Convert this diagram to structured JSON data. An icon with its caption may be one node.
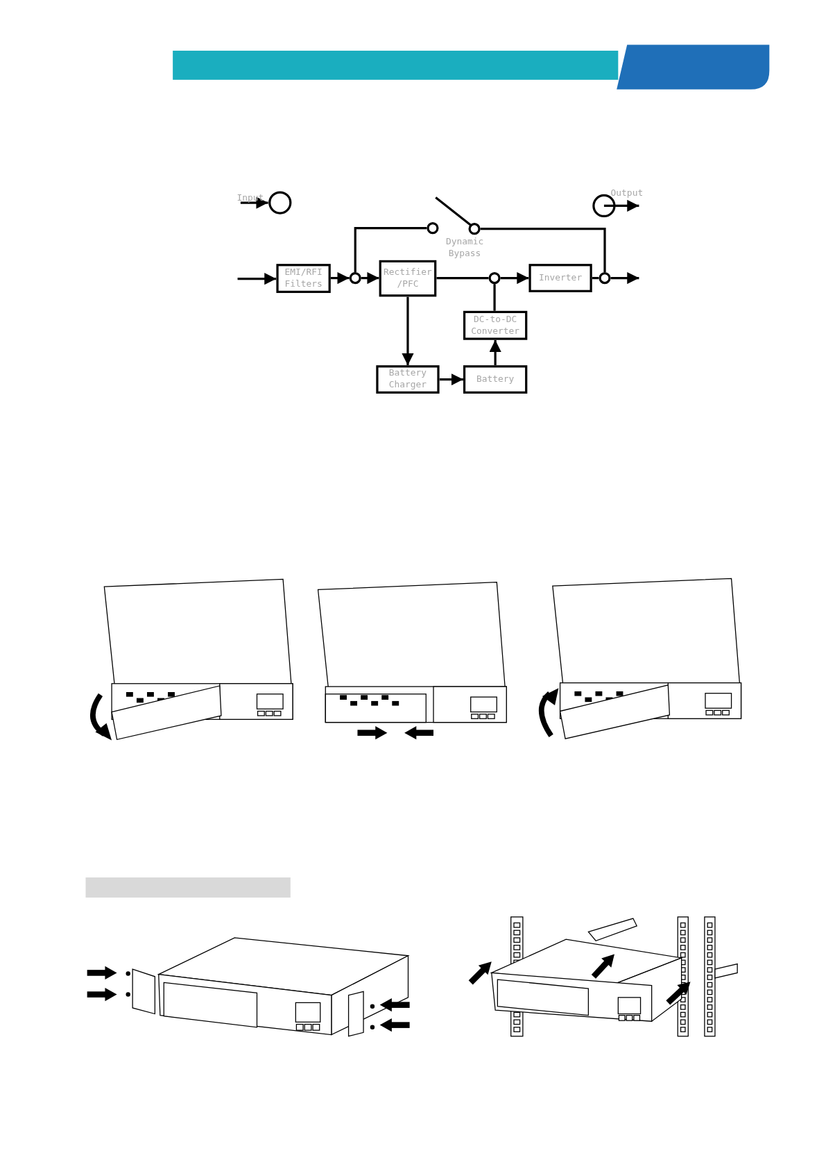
{
  "diagram": {
    "nodes": [
      {
        "text": [
          "EMI/RFI Filters"
        ]
      },
      {
        "text": [
          "Rectifier /PFC"
        ]
      },
      {
        "text": [
          "Inverter"
        ]
      },
      {
        "text": [
          "DC-to-DC Converter"
        ]
      },
      {
        "text": [
          "Battery Charger"
        ]
      },
      {
        "text": [
          "Battery"
        ]
      },
      {
        "text": [],
        "shape": "circle"
      },
      {
        "text": [],
        "shape": "circle"
      },
      {
        "text": [],
        "shape": "circle"
      },
      {
        "text": [],
        "shape": "circle"
      },
      {
        "text": [],
        "shape": "circle"
      },
      {
        "text": [],
        "shape": "bar"
      }
    ],
    "edges": [
      {
        "from": null,
        "to": 0,
        "arrow": "to"
      },
      {
        "from": 0,
        "to": 6,
        "arrow": "to"
      },
      {
        "from": 6,
        "to": 1,
        "arrow": "to"
      },
      {
        "from": 6,
        "to": 9,
        "arrow": "none"
      },
      {
        "from": 10,
        "to": 8,
        "arrow": "none"
      },
      {
        "from": 1,
        "to": 7,
        "arrow": "none"
      },
      {
        "from": 7,
        "to": 2,
        "arrow": "to"
      },
      {
        "from": 2,
        "to": 8,
        "arrow": "none"
      },
      {
        "from": 8,
        "to": null,
        "arrow": "to"
      },
      {
        "from": 1,
        "to": 4,
        "arrow": "to"
      },
      {
        "from": 4,
        "to": 5,
        "arrow": "to"
      },
      {
        "from": 5,
        "to": 3,
        "arrow": "to"
      },
      {
        "from": 3,
        "to": 7,
        "arrow": "none"
      }
    ],
    "labels": [
      "Dynamic Bypass"
    ],
    "legend": [
      {
        "text": "Input"
      },
      {
        "text": "Output"
      }
    ]
  }
}
